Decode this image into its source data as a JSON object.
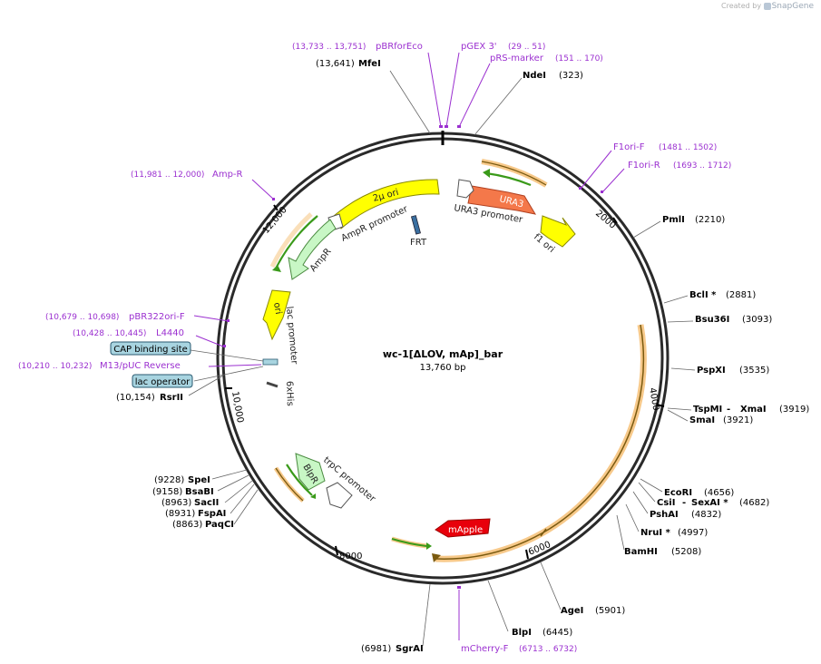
{
  "credit": {
    "prefix": "Created by",
    "brand": "SnapGene"
  },
  "plasmid": {
    "name": "wc-1[ΔLOV, mAp]_bar",
    "size": "13,760 bp"
  },
  "ticks": [
    {
      "label": "2000"
    },
    {
      "label": "4000"
    },
    {
      "label": "6000"
    },
    {
      "label": "8000"
    },
    {
      "label": "10,000"
    },
    {
      "label": "12,000"
    }
  ],
  "sites": [
    {
      "name": "MfeI",
      "coord": "(13,641)"
    },
    {
      "name": "NdeI",
      "coord": "(323)"
    },
    {
      "name": "PmlI",
      "coord": "(2210)"
    },
    {
      "name": "BclI *",
      "coord": "(2881)"
    },
    {
      "name": "Bsu36I",
      "coord": "(3093)"
    },
    {
      "name": "PspXI",
      "coord": "(3535)"
    },
    {
      "name": "TspMI",
      "name2": "XmaI",
      "coord": "(3919)"
    },
    {
      "name": "SmaI",
      "coord": "(3921)"
    },
    {
      "name": "EcoRI",
      "coord": "(4656)"
    },
    {
      "name": "CsiI",
      "name2": "SexAI *",
      "coord": "(4682)"
    },
    {
      "name": "PshAI",
      "coord": "(4832)"
    },
    {
      "name": "NruI *",
      "coord": "(4997)"
    },
    {
      "name": "BamHI",
      "coord": "(5208)"
    },
    {
      "name": "AgeI",
      "coord": "(5901)"
    },
    {
      "name": "BlpI",
      "coord": "(6445)"
    },
    {
      "name": "SgrAI",
      "coord": "(6981)"
    },
    {
      "name": "PaqCI",
      "coord": "(8863)"
    },
    {
      "name": "FspAI",
      "coord": "(8931)"
    },
    {
      "name": "SacII",
      "coord": "(8963)"
    },
    {
      "name": "BsaBI",
      "coord": "(9158)"
    },
    {
      "name": "SpeI",
      "coord": "(9228)"
    },
    {
      "name": "RsrII",
      "coord": "(10,154)"
    }
  ],
  "primers": [
    {
      "name": "pBRforEco",
      "coord": "(13,733 .. 13,751)"
    },
    {
      "name": "pGEX 3'",
      "coord": "(29 .. 51)"
    },
    {
      "name": "pRS-marker",
      "coord": "(151 .. 170)"
    },
    {
      "name": "F1ori-F",
      "coord": "(1481 .. 1502)"
    },
    {
      "name": "F1ori-R",
      "coord": "(1693 .. 1712)"
    },
    {
      "name": "Amp-R",
      "coord": "(11,981 .. 12,000)"
    },
    {
      "name": "pBR322ori-F",
      "coord": "(10,679 .. 10,698)"
    },
    {
      "name": "L4440",
      "coord": "(10,428 .. 10,445)"
    },
    {
      "name": "M13/pUC Reverse",
      "coord": "(10,210 .. 10,232)"
    },
    {
      "name": "mCherry-F",
      "coord": "(6713 .. 6732)"
    }
  ],
  "boxed_features": [
    {
      "name": "CAP binding site"
    },
    {
      "name": "lac operator"
    }
  ],
  "features": [
    {
      "name": "URA3",
      "color": "#f4784a"
    },
    {
      "name": "URA3 promoter"
    },
    {
      "name": "2μ ori",
      "color": "#ffff00"
    },
    {
      "name": "AmpR promoter"
    },
    {
      "name": "AmpR",
      "color": "#c8f7c5"
    },
    {
      "name": "FRT"
    },
    {
      "name": "f1 ori",
      "color": "#ffff00"
    },
    {
      "name": "ori",
      "color": "#ffff00"
    },
    {
      "name": "lac promoter"
    },
    {
      "name": "6xHis"
    },
    {
      "name": "BlpR",
      "color": "#c8f7c5"
    },
    {
      "name": "trpC promoter"
    },
    {
      "name": "mApple",
      "color": "#e8000b"
    }
  ],
  "colors": {
    "primer": "#9b30d0",
    "enzyme": "#000000",
    "orf_outline": "#f5c27a",
    "orf_green": "#3a9a1a",
    "box_fill": "#a8d4e0"
  }
}
